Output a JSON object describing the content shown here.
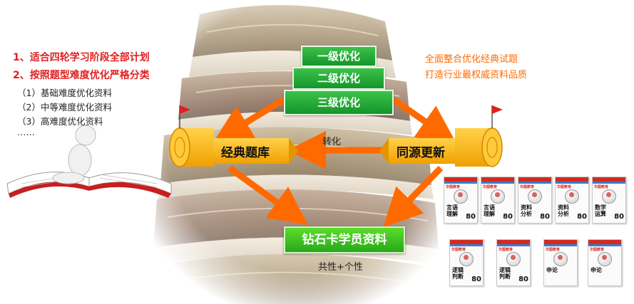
{
  "left_panel": {
    "heading_1": "1、适合四轮学习阶段全部计划",
    "heading_2": "2、按照题型难度优化严格分类",
    "items": [
      "（1）基础难度优化资料",
      "（2）中等难度优化资料",
      "（3）高难度优化资料",
      "……"
    ]
  },
  "pyramid": {
    "levels": [
      "一级优化",
      "二级优化",
      "三级优化"
    ]
  },
  "right_text": {
    "line_1": "全面整合优化经典试题",
    "line_2": "打造行业最权威资料品质"
  },
  "flow": {
    "left_banner": "经典题库",
    "right_banner": "同源更新",
    "arrow_label": "转化",
    "bottom_box": "钻石卡学员资料",
    "bottom_note": "共性+个性"
  },
  "book_covers": {
    "logo": "华图教育",
    "row_1": [
      {
        "title": "言语\n理解",
        "num": "80"
      },
      {
        "title": "言语\n理解",
        "num": "80"
      },
      {
        "title": "资料\n分析",
        "num": "80"
      },
      {
        "title": "资料\n分析",
        "num": "80"
      },
      {
        "title": "数学\n运算",
        "num": "80"
      }
    ],
    "row_2": [
      {
        "title": "逻辑\n判断",
        "num": "80"
      },
      {
        "title": "逻辑\n判断",
        "num": "80"
      },
      {
        "title": "申论",
        "num": ""
      },
      {
        "title": "申论",
        "num": ""
      }
    ]
  },
  "colors": {
    "red_text": "#e02020",
    "orange": "#ff6a00",
    "green": "#27a81b",
    "banner_gold": "#f3b400"
  },
  "icons": [
    "reader-figure-icon",
    "open-book-icon",
    "flag-icon",
    "scroll-banner-icon",
    "arrow-icon"
  ]
}
